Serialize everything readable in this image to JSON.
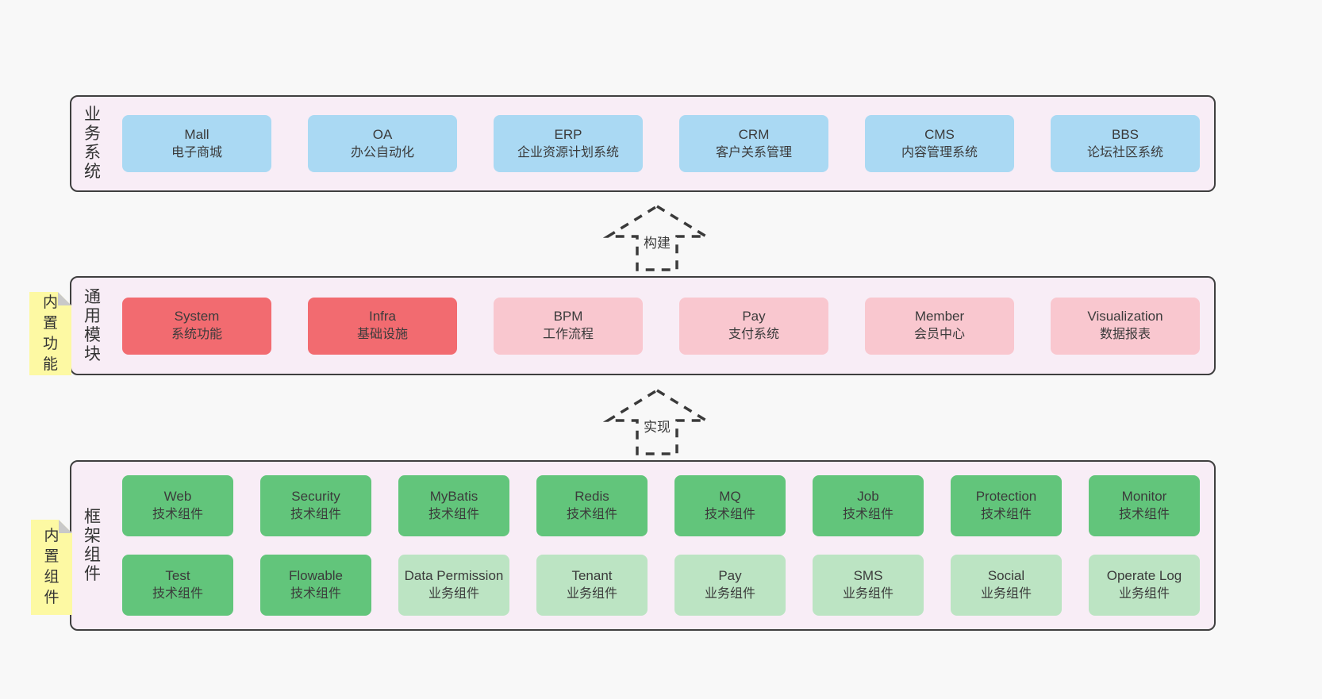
{
  "page": {
    "background": "#f8f8f8"
  },
  "palette": {
    "band_background": "#f8edf6",
    "band_border": "#3f3f3f",
    "blue_box": "#aad9f3",
    "red_box": "#f26b70",
    "pink_box": "#f9c7cf",
    "green_box": "#62c57b",
    "light_green_box": "#bce4c3",
    "sticky_note": "#fdf9a3",
    "sticky_fold": "#c9c9c9",
    "text": "#3b3b3b"
  },
  "arrows": [
    {
      "label": "构建"
    },
    {
      "label": "实现"
    }
  ],
  "bands": [
    {
      "label": "业务系统",
      "boxes": [
        {
          "name": "Mall",
          "desc": "电子商城"
        },
        {
          "name": "OA",
          "desc": "办公自动化"
        },
        {
          "name": "ERP",
          "desc": "企业资源计划系统"
        },
        {
          "name": "CRM",
          "desc": "客户关系管理"
        },
        {
          "name": "CMS",
          "desc": "内容管理系统"
        },
        {
          "name": "BBS",
          "desc": "论坛社区系统"
        }
      ]
    },
    {
      "label": "通用模块",
      "sticky": "内置功能",
      "boxes": [
        {
          "name": "System",
          "desc": "系统功能"
        },
        {
          "name": "Infra",
          "desc": "基础设施"
        },
        {
          "name": "BPM",
          "desc": "工作流程"
        },
        {
          "name": "Pay",
          "desc": "支付系统"
        },
        {
          "name": "Member",
          "desc": "会员中心"
        },
        {
          "name": "Visualization",
          "desc": "数据报表"
        }
      ]
    },
    {
      "label": "框架组件",
      "sticky": "内置组件",
      "rows": [
        [
          {
            "name": "Web",
            "desc": "技术组件"
          },
          {
            "name": "Security",
            "desc": "技术组件"
          },
          {
            "name": "MyBatis",
            "desc": "技术组件"
          },
          {
            "name": "Redis",
            "desc": "技术组件"
          },
          {
            "name": "MQ",
            "desc": "技术组件"
          },
          {
            "name": "Job",
            "desc": "技术组件"
          },
          {
            "name": "Protection",
            "desc": "技术组件"
          },
          {
            "name": "Monitor",
            "desc": "技术组件"
          }
        ],
        [
          {
            "name": "Test",
            "desc": "技术组件"
          },
          {
            "name": "Flowable",
            "desc": "技术组件"
          },
          {
            "name": "Data Permission",
            "desc": "业务组件"
          },
          {
            "name": "Tenant",
            "desc": "业务组件"
          },
          {
            "name": "Pay",
            "desc": "业务组件"
          },
          {
            "name": "SMS",
            "desc": "业务组件"
          },
          {
            "name": "Social",
            "desc": "业务组件"
          },
          {
            "name": "Operate Log",
            "desc": "业务组件"
          }
        ]
      ]
    }
  ]
}
